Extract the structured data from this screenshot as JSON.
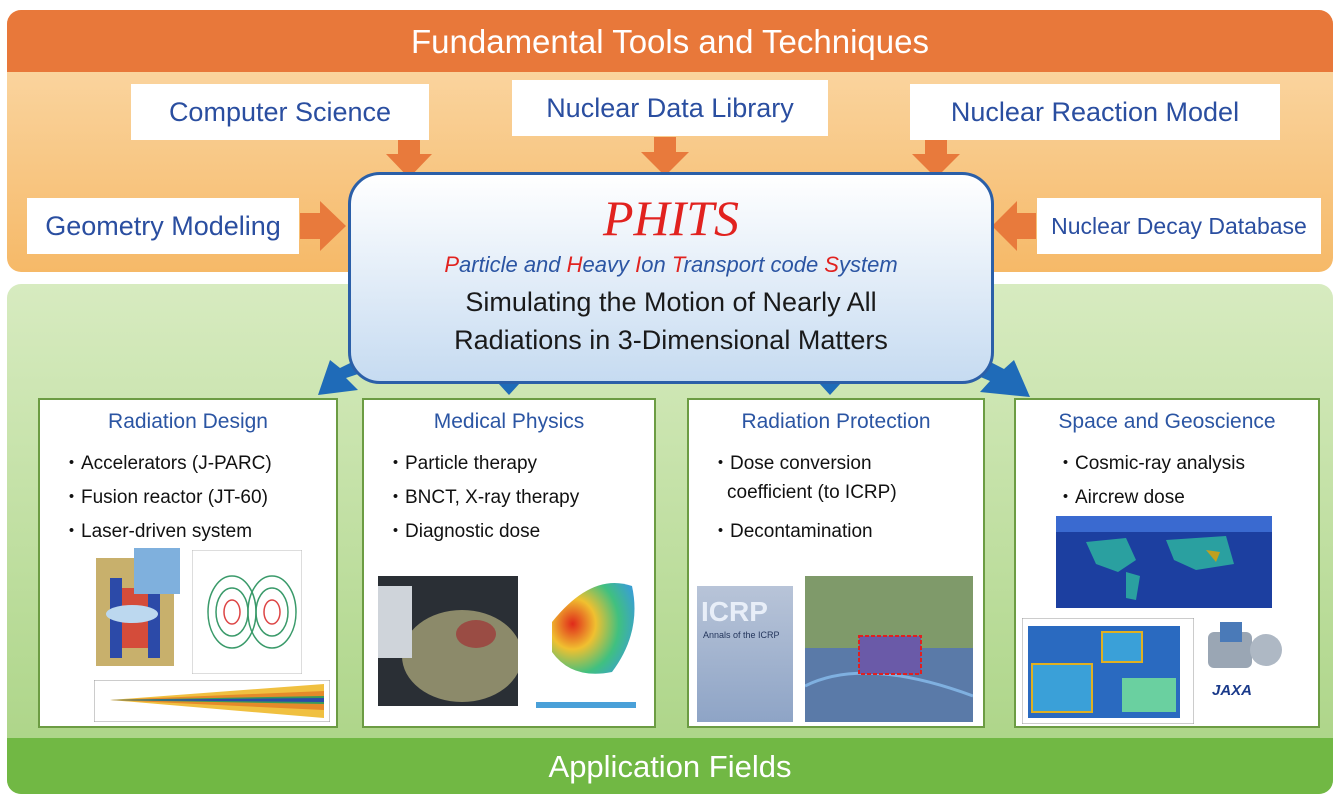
{
  "header": {
    "banner": "Fundamental Tools and Techniques"
  },
  "tools": {
    "computer_science": "Computer Science",
    "nuclear_data_library": "Nuclear Data Library",
    "nuclear_reaction_model": "Nuclear Reaction Model",
    "geometry_modeling": "Geometry Modeling",
    "nuclear_decay_database": "Nuclear Decay Database"
  },
  "phits": {
    "title": "PHITS",
    "subtitle_parts": [
      {
        "initial": "P",
        "rest": "article and "
      },
      {
        "initial": "H",
        "rest": "eavy "
      },
      {
        "initial": "I",
        "rest": "on "
      },
      {
        "initial": "T",
        "rest": "ransport code "
      },
      {
        "initial": "S",
        "rest": "ystem"
      }
    ],
    "line1": "Simulating the Motion of Nearly All",
    "line2": "Radiations in 3-Dimensional Matters"
  },
  "fields": [
    {
      "title": "Radiation Design",
      "items": [
        "・Accelerators (J-PARC)",
        "・Fusion reactor (JT-60)",
        "・Laser-driven system"
      ]
    },
    {
      "title": "Medical Physics",
      "items": [
        "・Particle therapy",
        "・BNCT, X-ray therapy",
        "・Diagnostic dose"
      ]
    },
    {
      "title": "Radiation Protection",
      "items": [
        "・Dose conversion",
        "coefficient (to ICRP)",
        "・Decontamination"
      ]
    },
    {
      "title": "Space and Geoscience",
      "items": [
        "・Cosmic-ray analysis",
        "・Aircrew dose"
      ]
    }
  ],
  "images": {
    "icrp_cover_text": "ICRP",
    "icrp_cover_sub": "Annals of the ICRP",
    "jaxa_logo": "JAXA"
  },
  "footer": {
    "banner": "Application Fields"
  },
  "colors": {
    "orange_banner": "#e8783a",
    "green_banner": "#71b844",
    "arrow_orange": "#e87a3c",
    "arrow_blue": "#1f6bb8",
    "phits_red": "#e1221f",
    "label_blue": "#2b55a3"
  }
}
